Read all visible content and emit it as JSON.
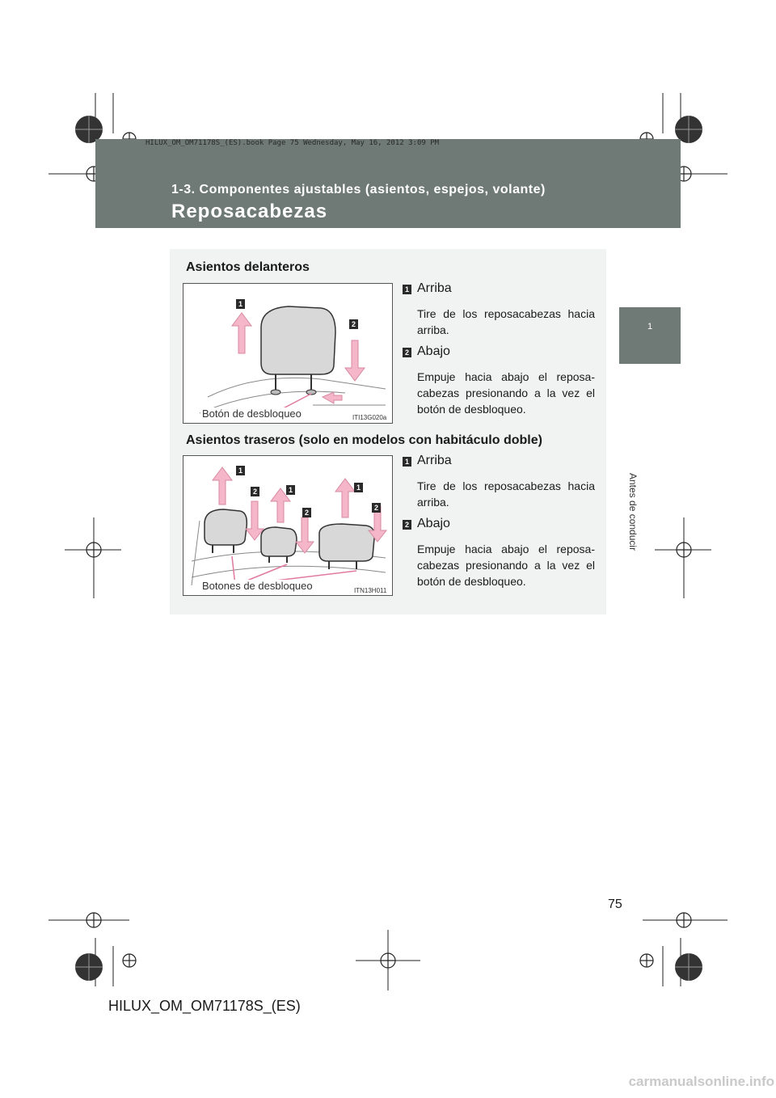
{
  "header": {
    "section_label": "1-3. Componentes ajustables (asientos, espejos, volante)",
    "page_title": "Reposacabezas",
    "stamp": "HILUX_OM_OM71178S_(ES).book  Page 75  Wednesday, May 16, 2012  3:09 PM"
  },
  "side_tab": {
    "number": "1",
    "label": "Antes de conducir"
  },
  "front": {
    "heading": "Asientos delanteros",
    "figure": {
      "caption": "Botón de desbloqueo",
      "code": "ITI13G020a",
      "badge1": "1",
      "badge2": "2"
    },
    "items": [
      {
        "num": "1",
        "title": "Arriba",
        "desc": "Tire de los reposacabezas hacia arriba."
      },
      {
        "num": "2",
        "title": "Abajo",
        "desc": "Empuje hacia abajo el reposa-cabezas presionando a la vez el botón de desbloqueo."
      }
    ]
  },
  "rear": {
    "heading": "Asientos traseros (solo en modelos con habitáculo doble)",
    "figure": {
      "caption": "Botones de desbloqueo",
      "code": "ITN13H011",
      "badge1": "1",
      "badge2": "2"
    },
    "items": [
      {
        "num": "1",
        "title": "Arriba",
        "desc": "Tire de los reposacabezas hacia arriba."
      },
      {
        "num": "2",
        "title": "Abajo",
        "desc": "Empuje hacia abajo el reposa-cabezas presionando a la vez el botón de desbloqueo."
      }
    ]
  },
  "footer": {
    "page_number": "75",
    "doc_code": "HILUX_OM_OM71178S_(ES)",
    "watermark": "carmanualsonline.info"
  },
  "colors": {
    "header_bg": "#6f7a77",
    "box_bg": "#f1f2f2",
    "arrow_pink": "#f4b6c8",
    "arrow_stroke": "#d88aa2"
  }
}
